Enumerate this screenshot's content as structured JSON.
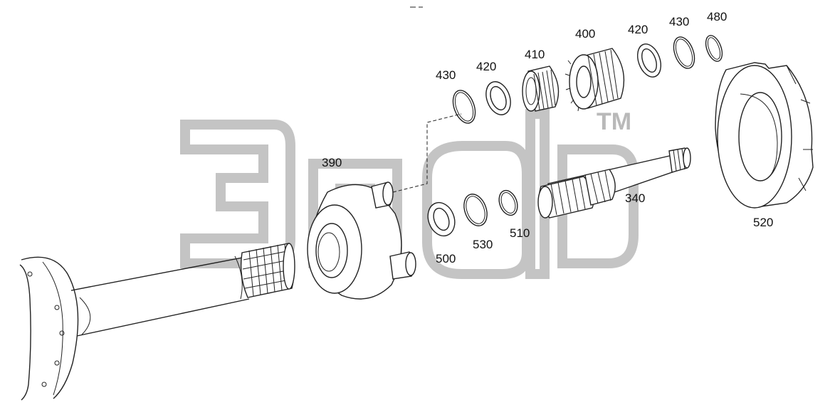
{
  "watermark": {
    "trademark": "TM",
    "logo-icon": "gray-outlined-watermark-logo"
  },
  "parts": {
    "p340": "340",
    "p390": "390",
    "p400": "400",
    "p410": "410",
    "p420a": "420",
    "p420b": "420",
    "p430a": "430",
    "p430b": "430",
    "p480": "480",
    "p500": "500",
    "p510": "510",
    "p520": "520",
    "p530": "530"
  }
}
